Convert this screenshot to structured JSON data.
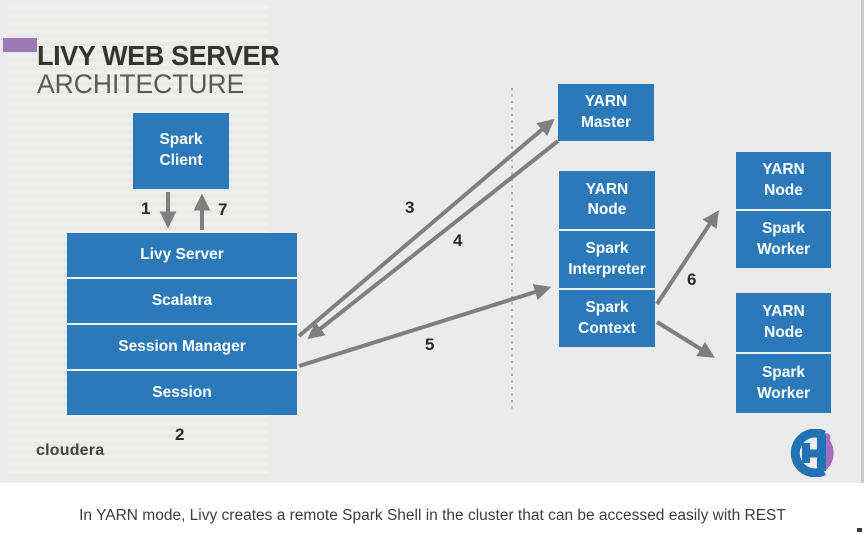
{
  "slide": {
    "title_line1": "LIVY WEB SERVER",
    "title_line2": "ARCHITECTURE",
    "boxes": {
      "spark_client": "Spark\nClient",
      "livy_stack": [
        "Livy Server",
        "Scalatra",
        "Session Manager",
        "Session"
      ],
      "yarn_master": "YARN\nMaster",
      "yarn_node_stack": [
        "YARN\nNode",
        "Spark\nInterpreter",
        "Spark\nContext"
      ],
      "worker_top": [
        "YARN\nNode",
        "Spark\nWorker"
      ],
      "worker_bottom": [
        "YARN\nNode",
        "Spark\nWorker"
      ]
    },
    "arrow_labels": {
      "n1": "1",
      "n2": "2",
      "n3": "3",
      "n4": "4",
      "n5": "5",
      "n6": "6",
      "n7": "7"
    },
    "brand": "cloudera",
    "icons": {
      "footer_logo": "h-circle-logo"
    },
    "colors": {
      "box_blue": "#2b79b8",
      "accent_purple": "#9a79b5",
      "arrow_gray": "#7f7f7f",
      "logo_blue": "#2273b5",
      "logo_purple": "#a06fc0"
    }
  },
  "caption": "In YARN mode, Livy creates a remote Spark Shell in the cluster that can be accessed easily with REST"
}
